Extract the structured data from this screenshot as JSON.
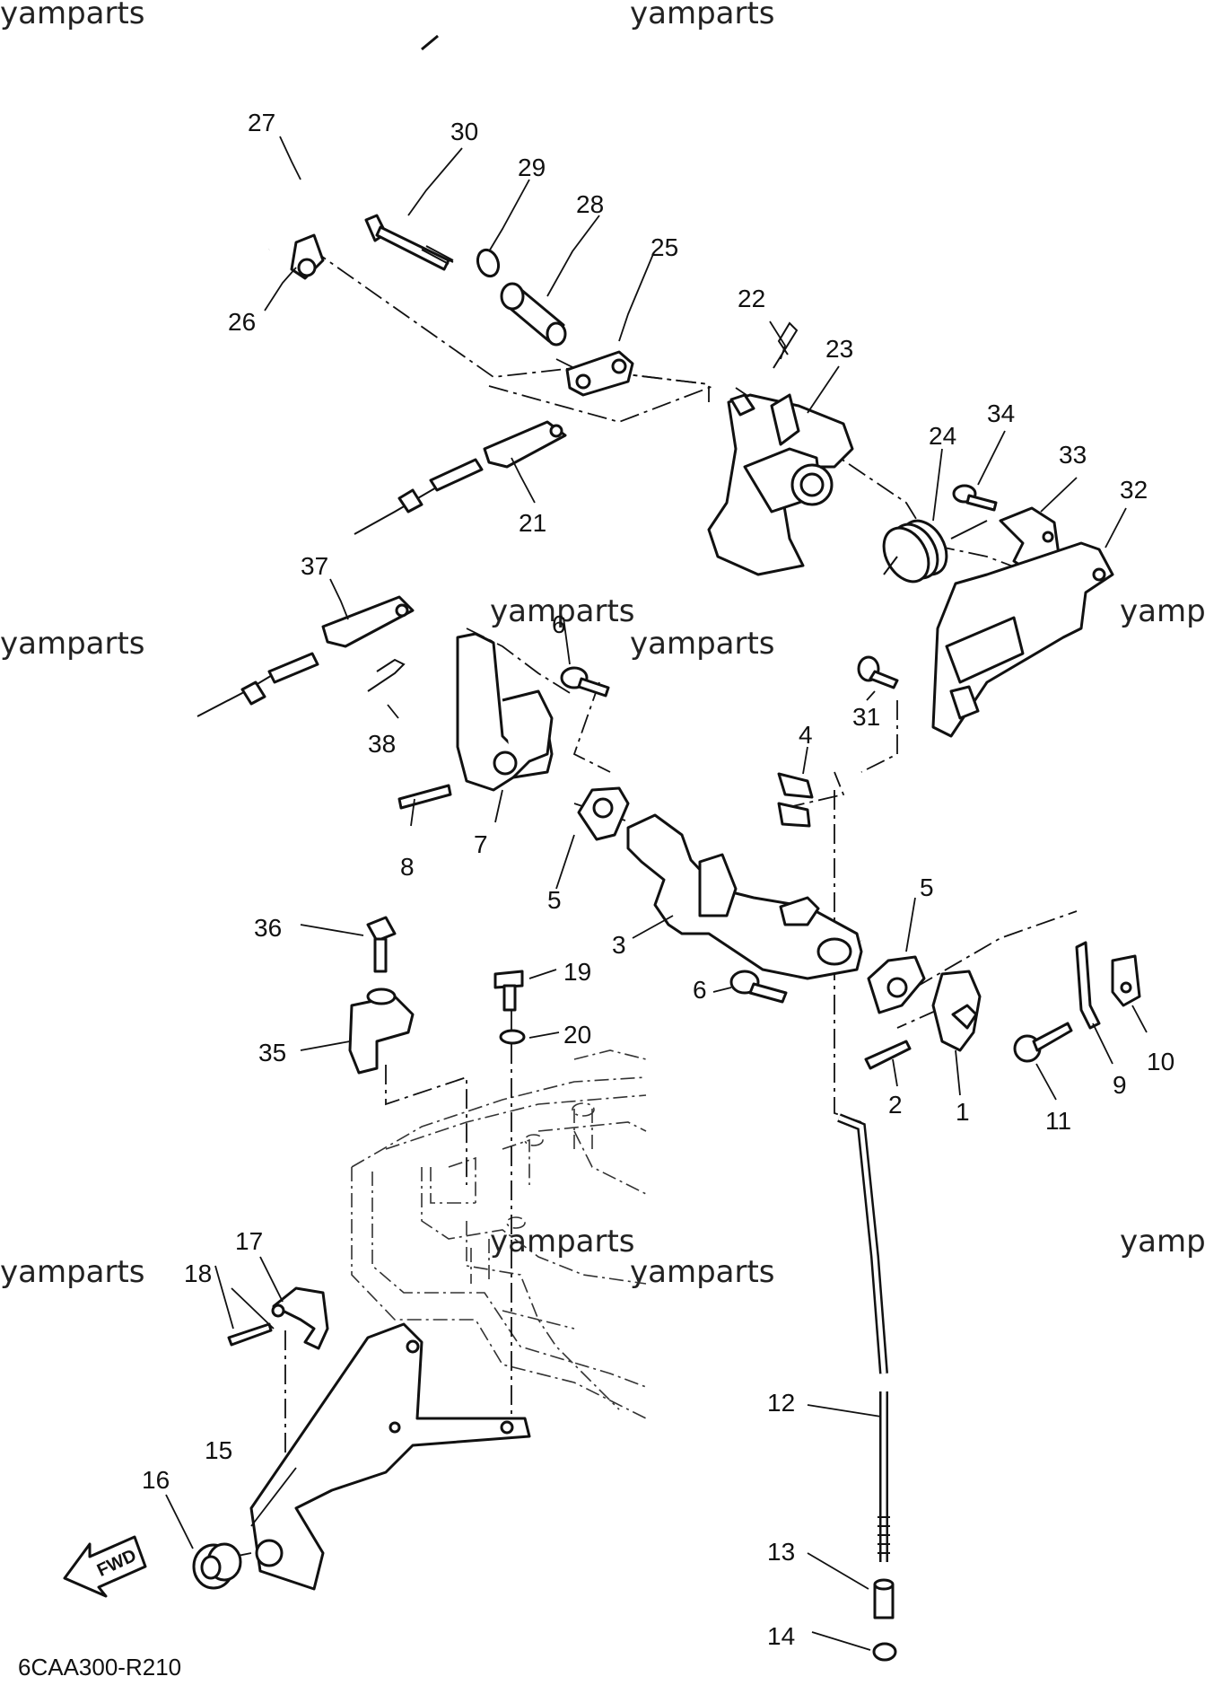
{
  "watermarks": {
    "w1": "yamparts",
    "w2": "yamparts",
    "w3": "yamparts",
    "w4": "yamparts",
    "w5": "yamparts",
    "w6": "yamparts",
    "w7": "yamparts",
    "w8": "yamparts",
    "w9": "yamparts"
  },
  "callouts": {
    "p1": "1",
    "p2": "2",
    "p3": "3",
    "p4": "4",
    "p5a": "5",
    "p5b": "5",
    "p6a": "6",
    "p6b": "6",
    "p7": "7",
    "p8": "8",
    "p9": "9",
    "p10": "10",
    "p11": "11",
    "p12": "12",
    "p13": "13",
    "p14": "14",
    "p15": "15",
    "p16": "16",
    "p17": "17",
    "p18": "18",
    "p19": "19",
    "p20": "20",
    "p21": "21",
    "p22": "22",
    "p23": "23",
    "p24": "24",
    "p25": "25",
    "p26": "26",
    "p27": "27",
    "p28": "28",
    "p29": "29",
    "p30": "30",
    "p31": "31",
    "p32": "32",
    "p33": "33",
    "p34": "34",
    "p35": "35",
    "p36": "36",
    "p37": "37",
    "p38": "38"
  },
  "fwd_label": "FWD",
  "diagram_code": "6CAA300-R210"
}
